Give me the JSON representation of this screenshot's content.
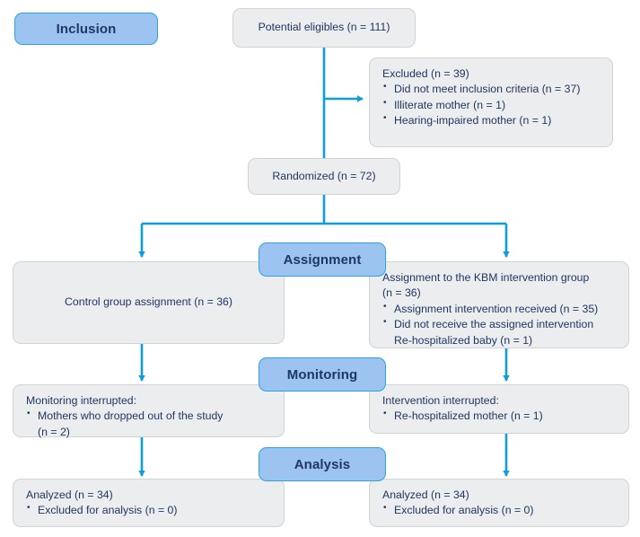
{
  "diagram": {
    "title": "CONSORT participant flow diagram",
    "colors": {
      "stage_fill": "#9dc3f0",
      "stage_border": "#2ca3e0",
      "node_fill": "#ecedee",
      "node_border": "#d2d3d4",
      "text": "#1f3763",
      "arrow": "#0f9ddb",
      "background": "#ffffff"
    },
    "stages": [
      {
        "id": "inclusion",
        "label": "Inclusion"
      },
      {
        "id": "assignment",
        "label": "Assignment"
      },
      {
        "id": "monitoring",
        "label": "Monitoring"
      },
      {
        "id": "analysis",
        "label": "Analysis"
      }
    ],
    "nodes": {
      "potential_eligibles": {
        "title": "Potential eligibles (n = 111)"
      },
      "excluded": {
        "title": "Excluded (n = 39)",
        "bullets": [
          "Did not meet inclusion criteria (n = 37)",
          "Illiterate mother (n = 1)",
          "Hearing-impaired mother (n = 1)"
        ]
      },
      "randomized": {
        "title": "Randomized (n = 72)"
      },
      "control_assignment": {
        "title": "Control group assignment (n = 36)"
      },
      "intervention_assignment": {
        "title": "Assignment to the KBM intervention group",
        "subtitle": "(n = 36)",
        "bullets": [
          "Assignment intervention received (n = 35)",
          "Did not receive the assigned intervention"
        ],
        "bullet_continuation": "Re-hospitalized baby (n = 1)"
      },
      "control_monitoring": {
        "title": "Monitoring interrupted:",
        "bullets": [
          "Mothers who dropped out of the study"
        ],
        "bullet_continuation": "(n = 2)"
      },
      "intervention_monitoring": {
        "title": "Intervention interrupted:",
        "bullets": [
          "Re-hospitalized mother (n = 1)"
        ]
      },
      "control_analysis": {
        "title": "Analyzed (n = 34)",
        "bullets": [
          "Excluded for analysis (n = 0)"
        ]
      },
      "intervention_analysis": {
        "title": "Analyzed (n = 34)",
        "bullets": [
          "Excluded for analysis (n = 0)"
        ]
      }
    }
  }
}
